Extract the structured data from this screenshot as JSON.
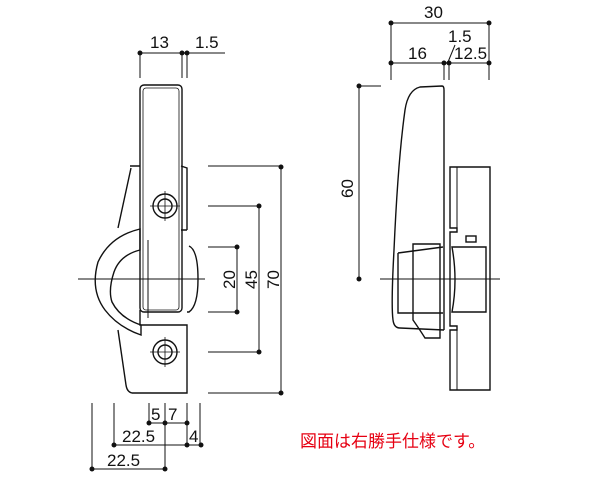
{
  "front_view": {
    "dims_top": {
      "width": "13",
      "gap": "1.5"
    },
    "dims_right": {
      "screw_pitch_inner": "20",
      "screw_pitch": "45",
      "height": "70"
    },
    "dims_bottom": {
      "a": "5",
      "b": "7",
      "c": "22.5",
      "d": "4",
      "e": "22.5"
    }
  },
  "side_view": {
    "dims_top": {
      "total": "30",
      "gap": "1.5",
      "left": "16",
      "right": "12.5"
    },
    "dims_left": {
      "height": "60"
    }
  },
  "note": "図面は右勝手仕様です。",
  "colors": {
    "line": "#111111",
    "note": "#e60012"
  }
}
